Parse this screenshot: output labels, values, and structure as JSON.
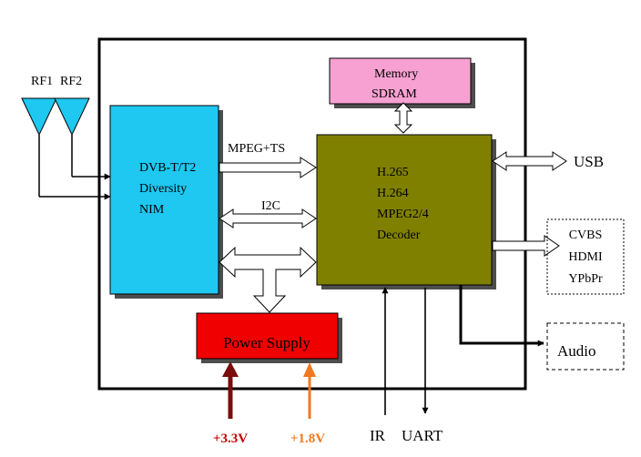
{
  "antennas": {
    "rf1": "RF1",
    "rf2": "RF2"
  },
  "blocks": {
    "nim": {
      "lines": [
        "DVB-T/T2",
        "Diversity",
        "NIM"
      ],
      "color": "#1EC8F0"
    },
    "memory": {
      "lines": [
        "Memory",
        "SDRAM"
      ],
      "color": "#F7A1D2"
    },
    "decoder": {
      "lines": [
        "H.265",
        "H.264",
        "MPEG2/4",
        "Decoder"
      ],
      "color": "#808000"
    },
    "power": {
      "label": "Power Supply",
      "color": "#F00000"
    }
  },
  "links": {
    "mpeg_ts": "MPEG+TS",
    "i2c": "I2C"
  },
  "outputs": {
    "usb": "USB",
    "video": [
      "CVBS",
      "HDMI",
      "YPbPr"
    ],
    "audio": "Audio",
    "ir": "IR",
    "uart": "UART"
  },
  "rails": [
    {
      "label": "+3.3V",
      "color": "#C00000",
      "arrow_color": "#7A0C0C"
    },
    {
      "label": "+1.8V",
      "color": "#F07820",
      "arrow_color": "#F07820"
    }
  ],
  "colors": {
    "shadow": "#4D4D4D",
    "antenna": "#1EC8F0"
  }
}
